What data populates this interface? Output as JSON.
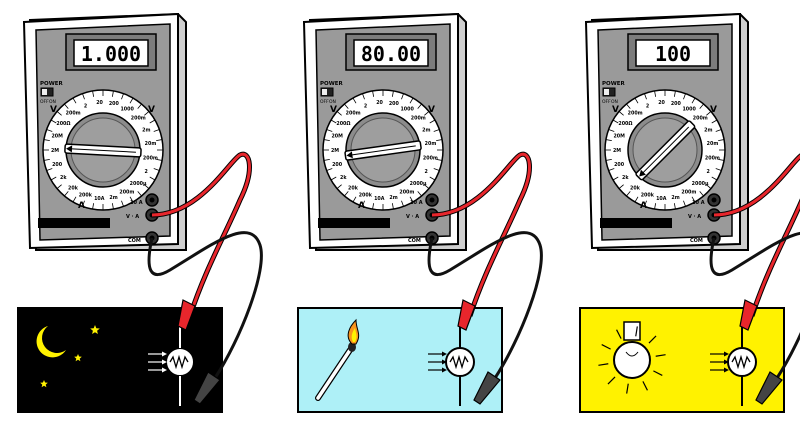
{
  "meters": [
    {
      "reading": "1.000",
      "scene": "night"
    },
    {
      "reading": "80.00",
      "scene": "flame"
    },
    {
      "reading": "100",
      "scene": "lamp"
    }
  ],
  "labels": {
    "power": "POWER",
    "off": "OFF",
    "on": "ON",
    "v_a": "V · A",
    "com": "COM",
    "ten_a": "10 A",
    "a_unit": "A",
    "v_unit": "V"
  },
  "dial": {
    "left": [
      "200k",
      "20k",
      "2k",
      "200",
      "2M",
      "20M",
      "200Ω"
    ],
    "top": [
      "200m",
      "2",
      "20",
      "200",
      "1000"
    ],
    "right": [
      "200m",
      "2m",
      "20m",
      "200m",
      "2"
    ],
    "bottom": [
      "2000μ",
      "200m",
      "2m",
      "10A"
    ]
  },
  "colors": {
    "body": "#ffffff",
    "panel": "#9a9a9a",
    "night_bg": "#000000",
    "flame_bg": "#aef0f7",
    "lamp_bg": "#fff200",
    "red_lead": "#e8262c",
    "black_lead": "#111111",
    "moon": "#fff200"
  }
}
